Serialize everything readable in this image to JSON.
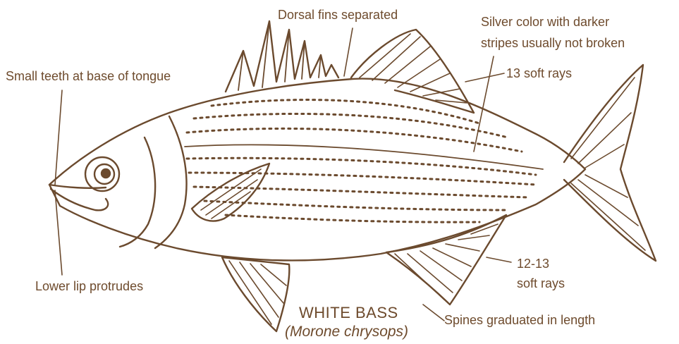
{
  "labels": {
    "dorsal": "Dorsal fins separated",
    "silver_1": "Silver color with darker",
    "silver_2": "stripes usually not broken",
    "teeth": "Small teeth at base of tongue",
    "soft13": "13  soft rays",
    "lip": "Lower lip protrudes",
    "anal_1": "12-13",
    "anal_2": "soft rays",
    "spines": "Spines graduated in length"
  },
  "title": {
    "common": "WHITE BASS",
    "scientific": "(Morone chrysops)"
  },
  "colors": {
    "ink": "#6b4a2e",
    "background": "#ffffff"
  }
}
